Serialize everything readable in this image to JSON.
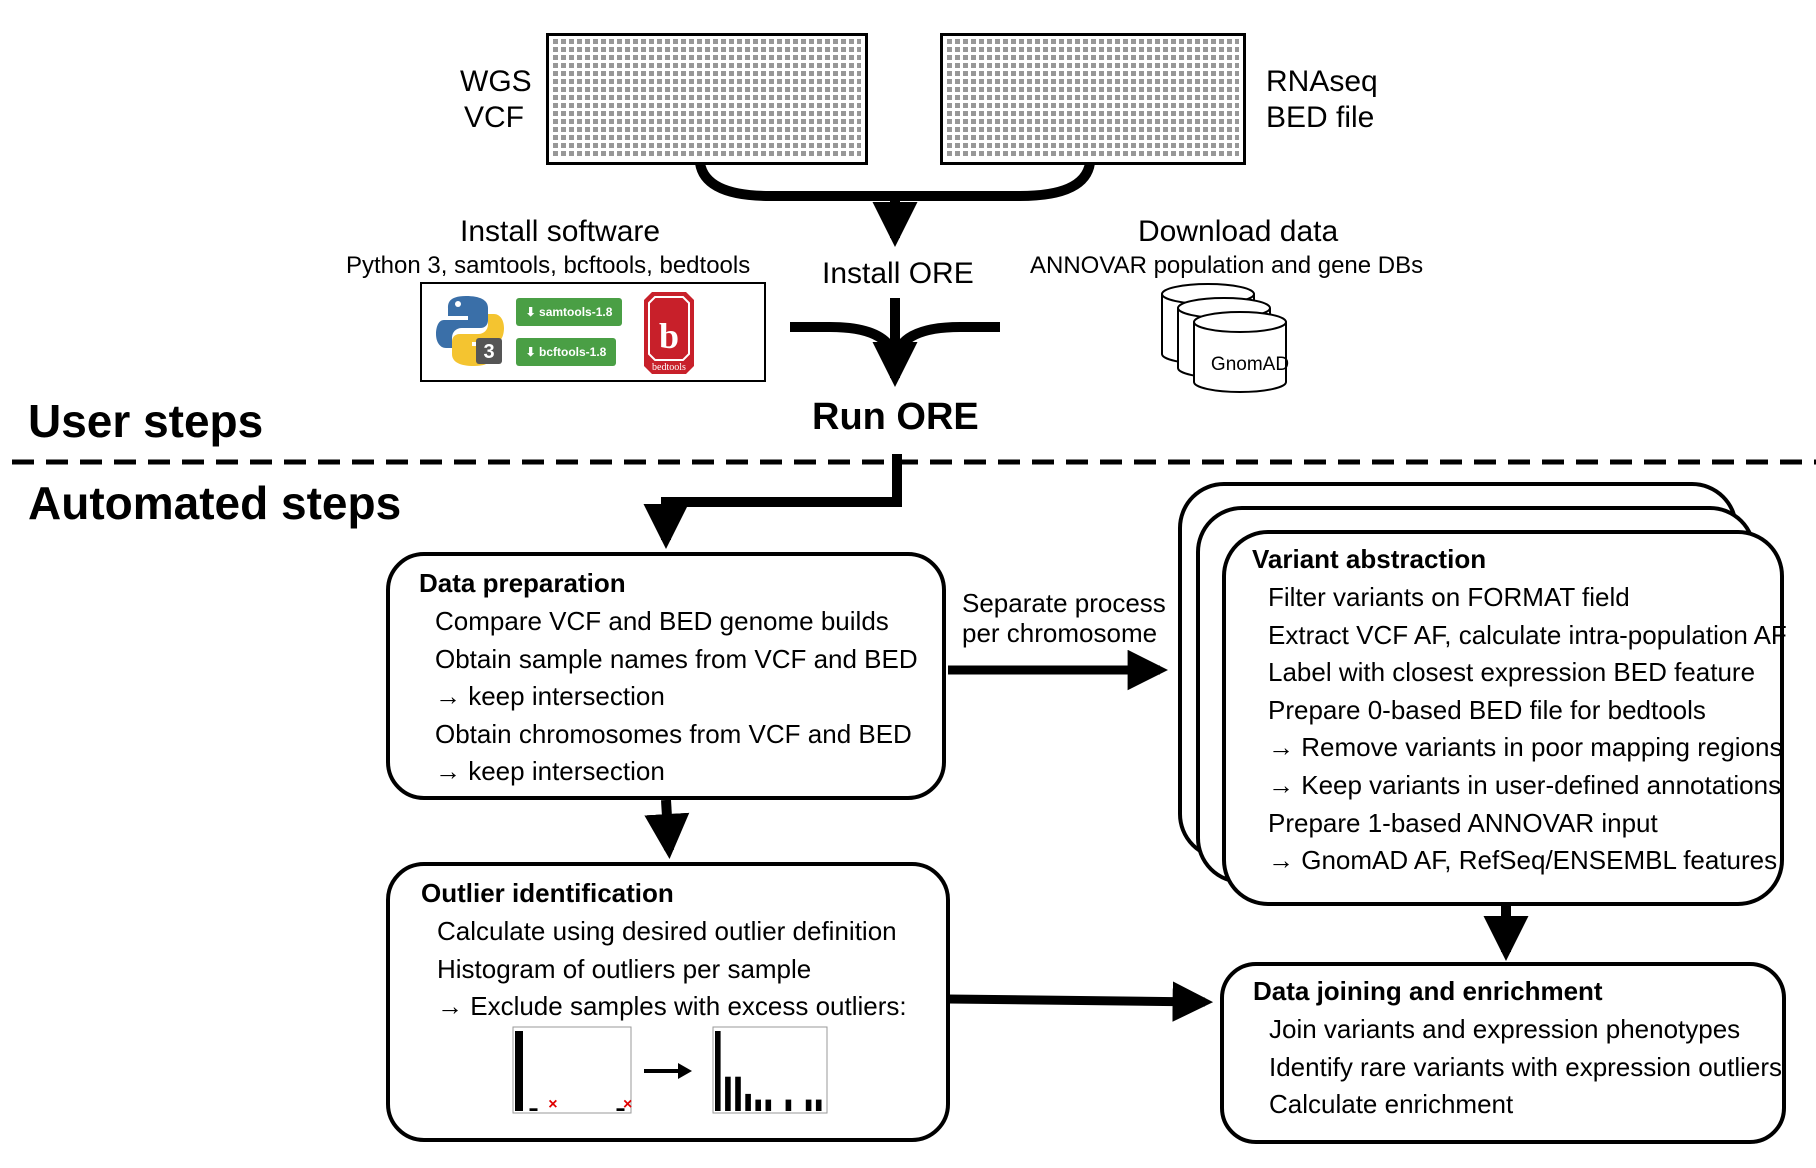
{
  "inputs": {
    "wgs": [
      "WGS",
      "VCF"
    ],
    "rnaseq": [
      "RNAseq",
      "BED file"
    ]
  },
  "install_software": {
    "title": "Install software",
    "subtitle": "Python 3, samtools, bcftools, bedtools",
    "logos": {
      "python_badge": "3",
      "samtools": "samtools-1.8",
      "bcftools": "bcftools-1.8",
      "bedtools": "bedtools",
      "bedtools_letter": "b"
    }
  },
  "install_ore": "Install ORE",
  "download_data": {
    "title": "Download data",
    "subtitle": "ANNOVAR population and gene DBs",
    "db_label": "GnomAD"
  },
  "run_ore": "Run ORE",
  "sections": {
    "user": "User steps",
    "automated": "Automated steps"
  },
  "separate_process": [
    "Separate process",
    "per chromosome"
  ],
  "boxes": {
    "data_prep": {
      "title": "Data preparation",
      "lines": [
        "Compare VCF and BED genome builds",
        "Obtain sample names from VCF and BED",
        "→ keep intersection",
        "Obtain chromosomes from VCF and BED",
        "→ keep intersection"
      ]
    },
    "variant_abstraction": {
      "title": "Variant abstraction",
      "lines": [
        "Filter variants on FORMAT field",
        "Extract VCF AF, calculate intra-population AF",
        "Label with closest expression BED feature",
        "Prepare 0-based BED file for bedtools",
        "→ Remove variants in poor mapping regions",
        "→ Keep variants in user-defined annotations",
        "Prepare 1-based ANNOVAR input",
        "→ GnomAD AF, RefSeq/ENSEMBL features"
      ]
    },
    "outlier_identification": {
      "title": "Outlier identification",
      "lines": [
        "Calculate using desired outlier definition",
        "Histogram of outliers per sample",
        "→ Exclude samples with excess outliers:"
      ]
    },
    "data_joining": {
      "title": "Data joining and enrichment",
      "lines": [
        "Join variants and expression phenotypes",
        "Identify rare variants with expression outliers",
        "Calculate enrichment"
      ]
    }
  },
  "histograms": {
    "before": {
      "values": [
        30,
        1,
        0,
        0,
        0,
        0,
        0,
        1
      ],
      "excluded_marks": 2,
      "mark_color": "#e00000"
    },
    "after": {
      "values": [
        14,
        6,
        6,
        3,
        2,
        2,
        0,
        2,
        0,
        2,
        2
      ]
    }
  },
  "colors": {
    "line": "#000000",
    "python_blue": "#3a6fa8",
    "python_yellow": "#f4c430",
    "button_green": "#4a9f45",
    "bedtools_red": "#c8202a"
  }
}
